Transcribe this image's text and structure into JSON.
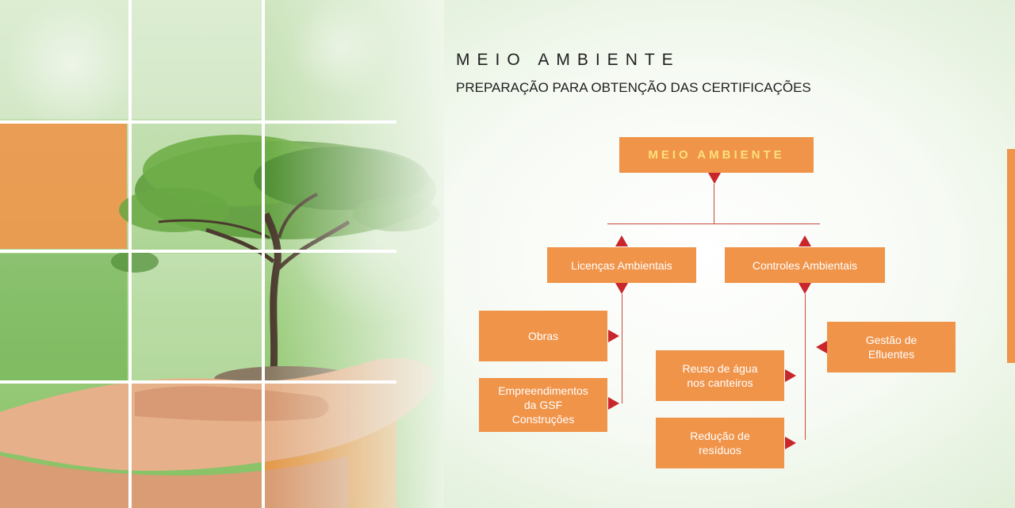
{
  "header": {
    "title": "MEIO AMBIENTE",
    "subtitle": "PREPARAÇÃO PARA OBTENÇÃO DAS CERTIFICAÇÕES"
  },
  "diagram": {
    "root": "MEIO AMBIENTE",
    "branches": [
      {
        "label": "Licenças Ambientais",
        "children": [
          "Obras",
          "Empreendimentos da GSF Construções"
        ]
      },
      {
        "label": "Controles Ambientais",
        "children": [
          "Gestão de Efluentes",
          "Reuso de água nos canteiros",
          "Redução de resíduos"
        ]
      }
    ]
  },
  "colors": {
    "box": "#f0944a",
    "arrow": "#c8262b",
    "root_text": "#fde07a",
    "box_text": "#ffffff"
  },
  "image": {
    "description_icon": "hands-holding-tree"
  }
}
